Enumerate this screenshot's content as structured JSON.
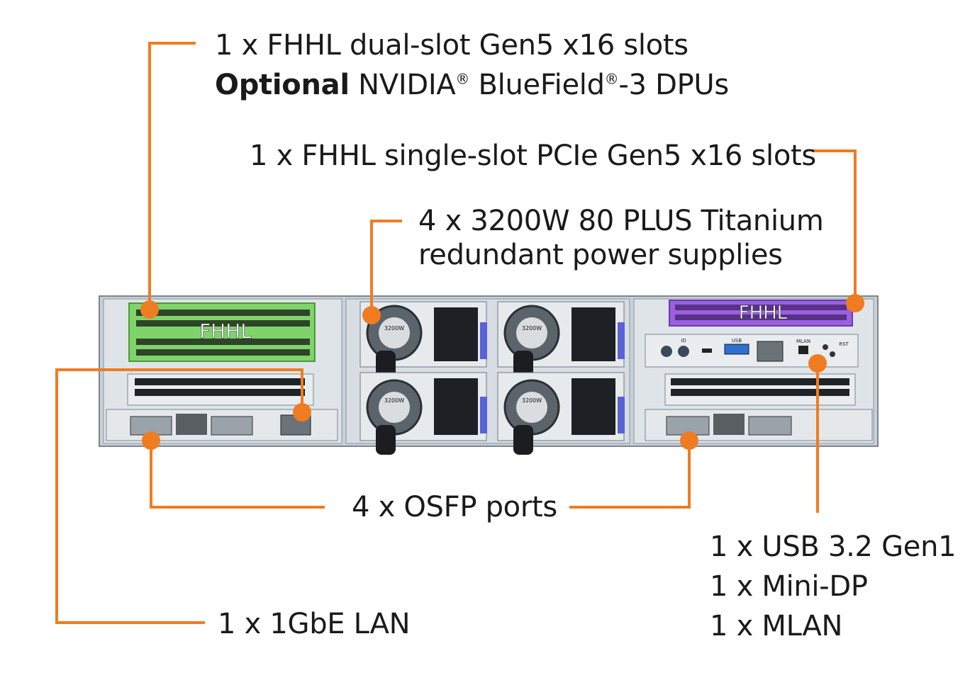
{
  "callouts": {
    "dual_slot": {
      "line1": "1 x FHHL dual-slot Gen5 x16 slots",
      "line2_bold": "Optional",
      "line2_a": " NVIDIA",
      "line2_b": " BlueField",
      "line2_c": "-3 DPUs",
      "reg": "®"
    },
    "single_slot": "1 x FHHL single-slot PCIe Gen5 x16 slots",
    "psu": {
      "line1": "4 x 3200W 80 PLUS Titanium",
      "line2": "redundant power supplies"
    },
    "osfp": "4 x OSFP ports",
    "lan": "1 x 1GbE LAN",
    "io": {
      "usb": "1 x USB 3.2 Gen1",
      "dp": "1 x Mini-DP",
      "mlan": "1 x MLAN"
    }
  },
  "server": {
    "left_slot_label": "FHHL",
    "right_slot_label": "FHHL",
    "psu_label": "3200W",
    "psu_count": 4,
    "io_labels": {
      "id": "ID",
      "usb": "USB",
      "mlan": "MLAN",
      "rst": "RST"
    }
  },
  "colors": {
    "accent": "#f07c22",
    "green_card": "#7fd36a",
    "purple_card": "#9b5fe0",
    "chassis": "#c9d0d6"
  }
}
